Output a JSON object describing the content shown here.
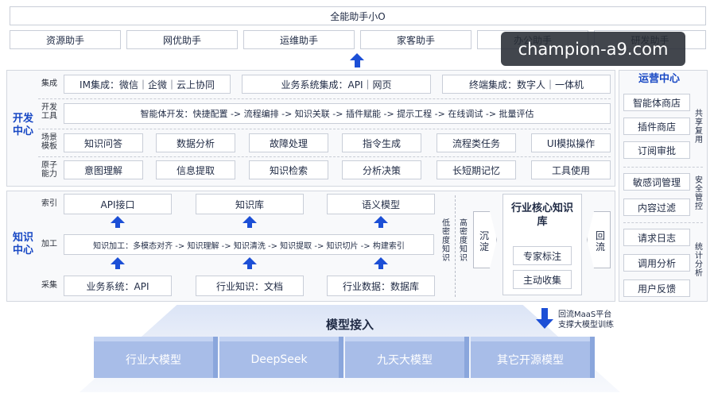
{
  "top": {
    "title": "全能助手小O",
    "assistants": [
      "资源助手",
      "网优助手",
      "运维助手",
      "家客助手",
      "办公助手",
      "研发助手"
    ]
  },
  "dev": {
    "title": "开发中心",
    "rows": {
      "integration_label": "集成",
      "integrations": [
        "IM集成：微信｜企微｜云上协同",
        "业务系统集成：API｜网页",
        "终端集成：数字人｜一体机"
      ],
      "tools_label": "开发工具",
      "tools_text": "智能体开发：快捷配置 -> 流程编排 -> 知识关联 -> 插件赋能 -> 提示工程 -> 在线调试 -> 批量评估",
      "scene_label": "场景模板",
      "scenes": [
        "知识问答",
        "数据分析",
        "故障处理",
        "指令生成",
        "流程类任务",
        "UI模拟操作"
      ],
      "atom_label": "原子能力",
      "atoms": [
        "意图理解",
        "信息提取",
        "知识检索",
        "分析决策",
        "长短期记忆",
        "工具使用"
      ]
    }
  },
  "knowledge": {
    "title": "知识中心",
    "index_label": "索引",
    "index": [
      "API接口",
      "知识库",
      "语义模型"
    ],
    "process_label": "加工",
    "process_text": "知识加工：多模态对齐 -> 知识理解 -> 知识清洗 -> 知识提取 -> 知识切片 -> 构建索引",
    "collect_label": "采集",
    "collect": [
      "业务系统：API",
      "行业知识：文档",
      "行业数据：数据库"
    ],
    "low_density": "低密度知识",
    "high_density": "高密度知识",
    "core_title": "行业核心知识库",
    "settle": "沉淀",
    "reflow": "回流",
    "core_items": [
      "专家标注",
      "主动收集"
    ]
  },
  "ops": {
    "title": "运营中心",
    "group1": [
      "智能体商店",
      "插件商店",
      "订阅审批"
    ],
    "group1_label": "共享复用",
    "group2": [
      "敏感词管理",
      "内容过滤"
    ],
    "group2_label": "安全管控",
    "group3": [
      "请求日志",
      "调用分析",
      "用户反馈"
    ],
    "group3_label": "统计分析"
  },
  "bottom": {
    "title": "模型接入",
    "note_line1": "回流MaaS平台",
    "note_line2": "支撑大模型训练",
    "models": [
      "行业大模型",
      "DeepSeek",
      "九天大模型",
      "其它开源模型"
    ]
  },
  "watermark": "champion-a9.com",
  "colors": {
    "accent": "#1848c4",
    "arrow": "#1c4fd6",
    "model": "#a8bde8"
  }
}
